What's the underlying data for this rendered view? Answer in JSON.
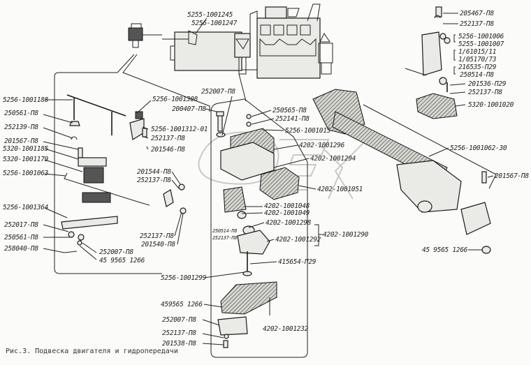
{
  "figure": {
    "caption": "Рис.3. Подвеска двигателя и гидропередачи",
    "watermark": "DEX"
  },
  "labels": {
    "top": [
      {
        "id": "l5255-1001245",
        "text": "5255-1001245"
      },
      {
        "id": "l5256-1001247",
        "text": "5256-1001247"
      }
    ],
    "left_group": [
      {
        "id": "l5256-1001188",
        "text": "5256-1001188"
      },
      {
        "id": "l250561-p8-a",
        "text": "250561-П8"
      },
      {
        "id": "l252139-p8",
        "text": "252139-П8"
      },
      {
        "id": "l201567-p8-a",
        "text": "201567-П8"
      },
      {
        "id": "l5320-1001185",
        "text": "5320-1001185"
      },
      {
        "id": "l5320-1001179",
        "text": "5320-1001179"
      },
      {
        "id": "l5256-1001063",
        "text": "5256-1001063"
      },
      {
        "id": "l5256-1001364",
        "text": "5256-1001364"
      },
      {
        "id": "l252017-p8",
        "text": "252017-П8"
      },
      {
        "id": "l250561-p8-b",
        "text": "250561-П8"
      },
      {
        "id": "l258040-p8",
        "text": "258040-П8"
      },
      {
        "id": "l252007-p8-a",
        "text": "252007-П8"
      },
      {
        "id": "l459565-1266-a",
        "text": "45 9565 1266"
      },
      {
        "id": "l5256-1001308",
        "text": "5256-1001308"
      },
      {
        "id": "l5256-1001312-01",
        "text": "5256-1001312-01"
      },
      {
        "id": "l252137-p8-a",
        "text": "252137-П8"
      },
      {
        "id": "l201546-p8",
        "text": "201546-П8"
      },
      {
        "id": "l201544-p8",
        "text": "201544-П8"
      },
      {
        "id": "l252137-p8-b",
        "text": "252137-П8"
      },
      {
        "id": "l252137-p8-c",
        "text": "252137-П8"
      },
      {
        "id": "l201540-p8",
        "text": "201540-П8"
      }
    ],
    "center_group": [
      {
        "id": "l252007-p8-b",
        "text": "252007-П8"
      },
      {
        "id": "l200407-p8",
        "text": "200407-П8"
      },
      {
        "id": "l250565-p8",
        "text": "250565-П8"
      },
      {
        "id": "l252141-p8",
        "text": "252141-П8"
      },
      {
        "id": "l5256-1001015",
        "text": "5256-1001015"
      },
      {
        "id": "l4202-1001296",
        "text": "4202-1001296"
      },
      {
        "id": "l4202-1001294",
        "text": "4202-1001294"
      },
      {
        "id": "l4202-1001051",
        "text": "4202-1001051"
      },
      {
        "id": "l4202-1001048",
        "text": "4202-1001048"
      },
      {
        "id": "l4202-1001049",
        "text": "4202-1001049"
      },
      {
        "id": "l4202-1001298",
        "text": "4202-1001298"
      },
      {
        "id": "l4202-1001290",
        "text": "4202-1001290"
      },
      {
        "id": "l250514-p8-a",
        "text": "250514-П8"
      },
      {
        "id": "l252137-p8-d",
        "text": "252137-П8"
      },
      {
        "id": "l4202-1001292",
        "text": "4202-1001292"
      },
      {
        "id": "l415654-p29",
        "text": "415654-П29"
      },
      {
        "id": "l5256-1001299",
        "text": "5256-1001299"
      },
      {
        "id": "l459565-1266-b",
        "text": "459565 1266"
      },
      {
        "id": "l252007-p8-c",
        "text": "252007-П8"
      },
      {
        "id": "l252137-p8-e",
        "text": "252137-П8"
      },
      {
        "id": "l201538-p8",
        "text": "201538-П8"
      },
      {
        "id": "l4202-1001232",
        "text": "4202-1001232"
      }
    ],
    "right_group": [
      {
        "id": "l205467-p8",
        "text": "205467-П8"
      },
      {
        "id": "l252137-p8-f",
        "text": "252137-П8"
      },
      {
        "id": "l5256-1001006",
        "text": "5256-1001006"
      },
      {
        "id": "l5255-1001007",
        "text": "5255-1001007"
      },
      {
        "id": "l1-61015-11",
        "text": "1/61015/11"
      },
      {
        "id": "l1-05170-73",
        "text": "1/05170/73"
      },
      {
        "id": "l216535-p29",
        "text": "216535-П29"
      },
      {
        "id": "l250514-p8-b",
        "text": "250514-П8"
      },
      {
        "id": "l201536-p29",
        "text": "201536-П29"
      },
      {
        "id": "l252137-p8-g",
        "text": "252137-П8"
      },
      {
        "id": "l5320-1001020",
        "text": "5320-1001020"
      },
      {
        "id": "l5256-1001062-30",
        "text": "5256-1001062-30"
      },
      {
        "id": "l201567-p8-b",
        "text": "201567-П8"
      },
      {
        "id": "l459565-1266-c",
        "text": "45 9565 1266"
      }
    ]
  }
}
